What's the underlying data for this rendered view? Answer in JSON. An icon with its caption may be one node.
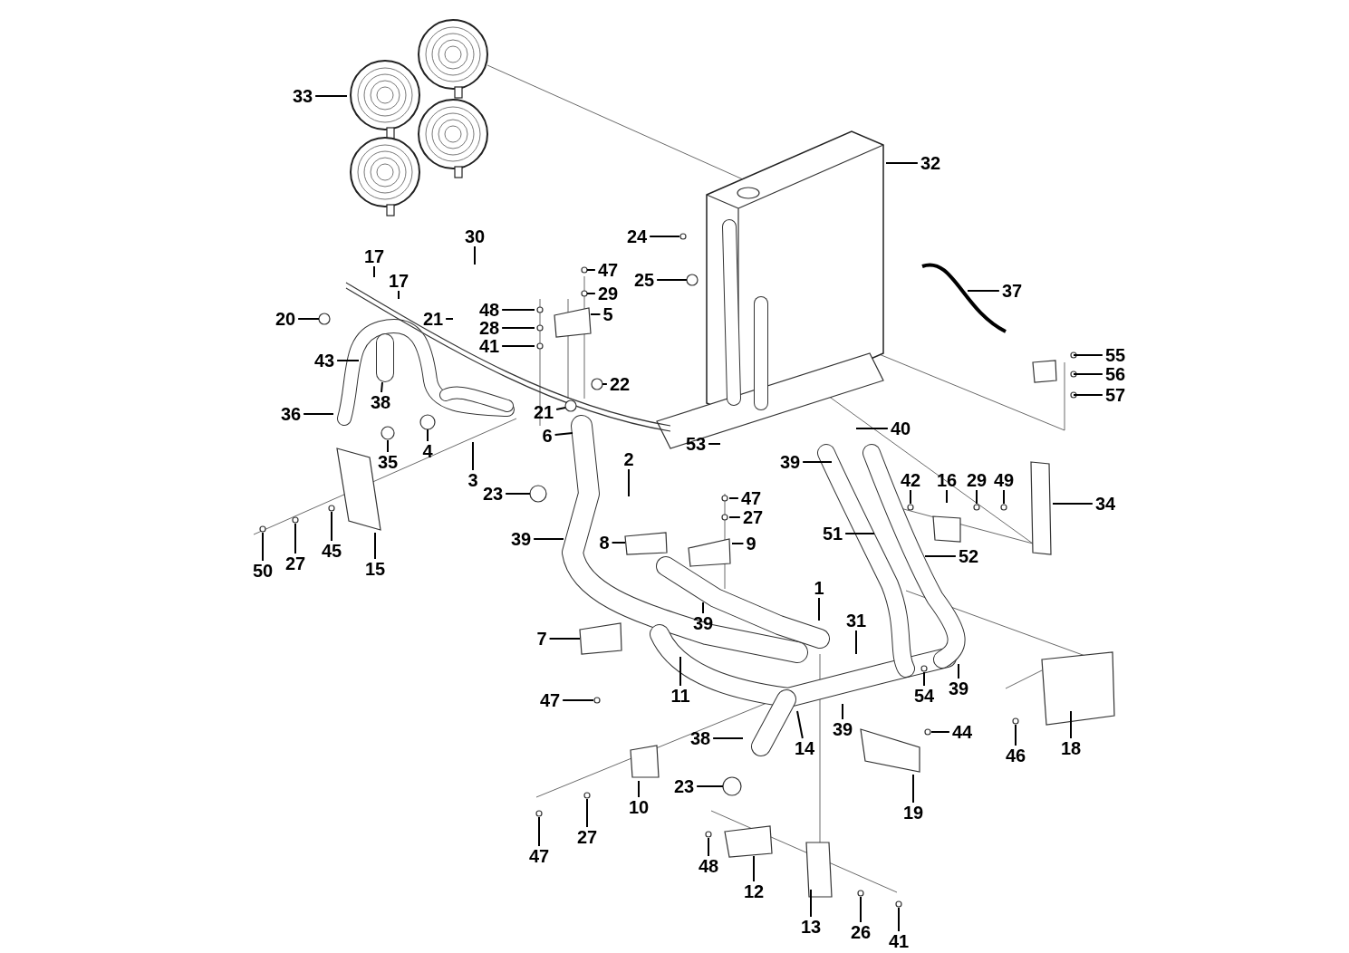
{
  "diagram": {
    "nodes": [
      {
        "text": [
          "33"
        ]
      },
      {
        "text": [
          "32"
        ]
      },
      {
        "text": [
          "24"
        ]
      },
      {
        "text": [
          "30"
        ]
      },
      {
        "text": [
          "17"
        ]
      },
      {
        "text": [
          "17"
        ]
      },
      {
        "text": [
          "47"
        ]
      },
      {
        "text": [
          "29"
        ]
      },
      {
        "text": [
          "25"
        ]
      },
      {
        "text": [
          "37"
        ]
      },
      {
        "text": [
          "21"
        ]
      },
      {
        "text": [
          "48"
        ]
      },
      {
        "text": [
          "5"
        ]
      },
      {
        "text": [
          "28"
        ]
      },
      {
        "text": [
          "20"
        ]
      },
      {
        "text": [
          "41"
        ]
      },
      {
        "text": [
          "55"
        ]
      },
      {
        "text": [
          "43"
        ]
      },
      {
        "text": [
          "56"
        ]
      },
      {
        "text": [
          "21"
        ]
      },
      {
        "text": [
          "22"
        ]
      },
      {
        "text": [
          "38"
        ]
      },
      {
        "text": [
          "57"
        ]
      },
      {
        "text": [
          "36"
        ]
      },
      {
        "text": [
          "4"
        ]
      },
      {
        "text": [
          "35"
        ]
      },
      {
        "text": [
          "6"
        ]
      },
      {
        "text": [
          "40"
        ]
      },
      {
        "text": [
          "53"
        ]
      },
      {
        "text": [
          "2"
        ]
      },
      {
        "text": [
          "39"
        ]
      },
      {
        "text": [
          "3"
        ]
      },
      {
        "text": [
          "42"
        ]
      },
      {
        "text": [
          "16"
        ]
      },
      {
        "text": [
          "29"
        ]
      },
      {
        "text": [
          "49"
        ]
      },
      {
        "text": [
          "34"
        ]
      },
      {
        "text": [
          "23"
        ]
      },
      {
        "text": [
          "47"
        ]
      },
      {
        "text": [
          "27"
        ]
      },
      {
        "text": [
          "39"
        ]
      },
      {
        "text": [
          "51"
        ]
      },
      {
        "text": [
          "8"
        ]
      },
      {
        "text": [
          "9"
        ]
      },
      {
        "text": [
          "45"
        ]
      },
      {
        "text": [
          "27"
        ]
      },
      {
        "text": [
          "50"
        ]
      },
      {
        "text": [
          "15"
        ]
      },
      {
        "text": [
          "52"
        ]
      },
      {
        "text": [
          "1"
        ]
      },
      {
        "text": [
          "39"
        ]
      },
      {
        "text": [
          "31"
        ]
      },
      {
        "text": [
          "7"
        ]
      },
      {
        "text": [
          "11"
        ]
      },
      {
        "text": [
          "47"
        ]
      },
      {
        "text": [
          "54"
        ]
      },
      {
        "text": [
          "39"
        ]
      },
      {
        "text": [
          "39"
        ]
      },
      {
        "text": [
          "14"
        ]
      },
      {
        "text": [
          "44"
        ]
      },
      {
        "text": [
          "38"
        ]
      },
      {
        "text": [
          "46"
        ]
      },
      {
        "text": [
          "18"
        ]
      },
      {
        "text": [
          "23"
        ]
      },
      {
        "text": [
          "10"
        ]
      },
      {
        "text": [
          "19"
        ]
      },
      {
        "text": [
          "47"
        ]
      },
      {
        "text": [
          "27"
        ]
      },
      {
        "text": [
          "48"
        ]
      },
      {
        "text": [
          "12"
        ]
      },
      {
        "text": [
          "13"
        ]
      },
      {
        "text": [
          "26"
        ]
      },
      {
        "text": [
          "41"
        ]
      }
    ],
    "edges": [
      {
        "from": 0,
        "to": null,
        "arrow": "none"
      },
      {
        "from": 1,
        "to": null,
        "arrow": "none"
      },
      {
        "from": 2,
        "to": null,
        "arrow": "none"
      },
      {
        "from": 3,
        "to": null,
        "arrow": "none"
      },
      {
        "from": 4,
        "to": null,
        "arrow": "none"
      },
      {
        "from": 5,
        "to": null,
        "arrow": "none"
      },
      {
        "from": 6,
        "to": null,
        "arrow": "none"
      },
      {
        "from": 7,
        "to": null,
        "arrow": "none"
      },
      {
        "from": 8,
        "to": null,
        "arrow": "none"
      },
      {
        "from": 9,
        "to": null,
        "arrow": "none"
      },
      {
        "from": 10,
        "to": null,
        "arrow": "none"
      },
      {
        "from": 11,
        "to": null,
        "arrow": "none"
      },
      {
        "from": 12,
        "to": null,
        "arrow": "none"
      },
      {
        "from": 13,
        "to": null,
        "arrow": "none"
      },
      {
        "from": 14,
        "to": null,
        "arrow": "none"
      },
      {
        "from": 15,
        "to": null,
        "arrow": "none"
      },
      {
        "from": 16,
        "to": null,
        "arrow": "none"
      },
      {
        "from": 17,
        "to": null,
        "arrow": "none"
      },
      {
        "from": 18,
        "to": null,
        "arrow": "none"
      },
      {
        "from": 19,
        "to": null,
        "arrow": "none"
      },
      {
        "from": 20,
        "to": null,
        "arrow": "none"
      },
      {
        "from": 21,
        "to": null,
        "arrow": "none"
      },
      {
        "from": 22,
        "to": null,
        "arrow": "none"
      },
      {
        "from": 23,
        "to": null,
        "arrow": "none"
      },
      {
        "from": 24,
        "to": null,
        "arrow": "none"
      },
      {
        "from": 25,
        "to": null,
        "arrow": "none"
      },
      {
        "from": 26,
        "to": null,
        "arrow": "none"
      },
      {
        "from": 27,
        "to": null,
        "arrow": "none"
      },
      {
        "from": 28,
        "to": null,
        "arrow": "none"
      },
      {
        "from": 29,
        "to": null,
        "arrow": "none"
      },
      {
        "from": 30,
        "to": null,
        "arrow": "none"
      },
      {
        "from": 31,
        "to": null,
        "arrow": "none"
      },
      {
        "from": 32,
        "to": null,
        "arrow": "none"
      },
      {
        "from": 33,
        "to": null,
        "arrow": "none"
      },
      {
        "from": 34,
        "to": null,
        "arrow": "none"
      },
      {
        "from": 35,
        "to": null,
        "arrow": "none"
      },
      {
        "from": 36,
        "to": null,
        "arrow": "none"
      },
      {
        "from": 37,
        "to": null,
        "arrow": "none"
      },
      {
        "from": 38,
        "to": null,
        "arrow": "none"
      },
      {
        "from": 39,
        "to": null,
        "arrow": "none"
      },
      {
        "from": 40,
        "to": null,
        "arrow": "none"
      },
      {
        "from": 41,
        "to": null,
        "arrow": "none"
      },
      {
        "from": 42,
        "to": null,
        "arrow": "none"
      },
      {
        "from": 43,
        "to": null,
        "arrow": "none"
      },
      {
        "from": 44,
        "to": null,
        "arrow": "none"
      },
      {
        "from": 45,
        "to": null,
        "arrow": "none"
      },
      {
        "from": 46,
        "to": null,
        "arrow": "none"
      },
      {
        "from": 47,
        "to": null,
        "arrow": "none"
      },
      {
        "from": 48,
        "to": null,
        "arrow": "none"
      },
      {
        "from": 49,
        "to": null,
        "arrow": "none"
      },
      {
        "from": 50,
        "to": null,
        "arrow": "none"
      },
      {
        "from": 51,
        "to": null,
        "arrow": "none"
      },
      {
        "from": 52,
        "to": null,
        "arrow": "none"
      },
      {
        "from": 53,
        "to": null,
        "arrow": "none"
      },
      {
        "from": 54,
        "to": null,
        "arrow": "none"
      },
      {
        "from": 55,
        "to": null,
        "arrow": "none"
      },
      {
        "from": 56,
        "to": null,
        "arrow": "none"
      },
      {
        "from": 57,
        "to": null,
        "arrow": "none"
      },
      {
        "from": 58,
        "to": null,
        "arrow": "none"
      },
      {
        "from": 59,
        "to": null,
        "arrow": "none"
      },
      {
        "from": 60,
        "to": null,
        "arrow": "none"
      },
      {
        "from": 61,
        "to": null,
        "arrow": "none"
      },
      {
        "from": 62,
        "to": null,
        "arrow": "none"
      },
      {
        "from": 63,
        "to": null,
        "arrow": "none"
      },
      {
        "from": 64,
        "to": null,
        "arrow": "none"
      },
      {
        "from": 65,
        "to": null,
        "arrow": "none"
      },
      {
        "from": 66,
        "to": null,
        "arrow": "none"
      },
      {
        "from": 67,
        "to": null,
        "arrow": "none"
      },
      {
        "from": 68,
        "to": null,
        "arrow": "none"
      },
      {
        "from": 69,
        "to": null,
        "arrow": "none"
      },
      {
        "from": 70,
        "to": null,
        "arrow": "none"
      },
      {
        "from": 71,
        "to": null,
        "arrow": "none"
      },
      {
        "from": 72,
        "to": null,
        "arrow": "none"
      }
    ]
  }
}
